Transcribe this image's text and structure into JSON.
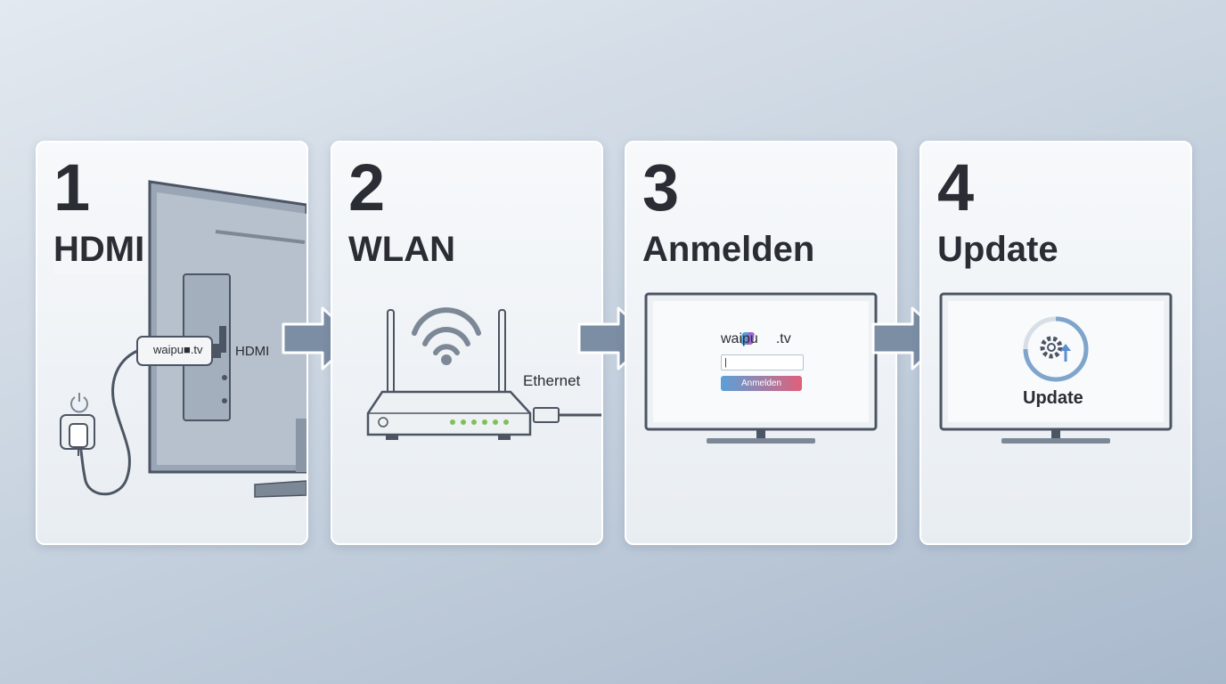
{
  "steps": [
    {
      "number": "1",
      "title": "HDMI",
      "dongle_brand": "waipu■.tv",
      "port_label": "HDMI"
    },
    {
      "number": "2",
      "title": "WLAN",
      "cable_label": "Ethernet"
    },
    {
      "number": "3",
      "title": "Anmelden",
      "brand": "waipu",
      "brand_suffix": ".tv",
      "input_value": "|",
      "button_label": "Anmelden"
    },
    {
      "number": "4",
      "title": "Update",
      "screen_label": "Update"
    }
  ],
  "colors": {
    "text": "#2a2d33",
    "arrow": "#7c8ea4",
    "brand_gradient_start": "#5aa0d8",
    "brand_gradient_end": "#e0607a"
  },
  "icons": [
    "power-icon",
    "wall-socket-icon",
    "hdmi-dongle-icon",
    "wifi-icon",
    "router-icon",
    "ethernet-plug-icon",
    "gear-update-icon",
    "tv-icon"
  ]
}
